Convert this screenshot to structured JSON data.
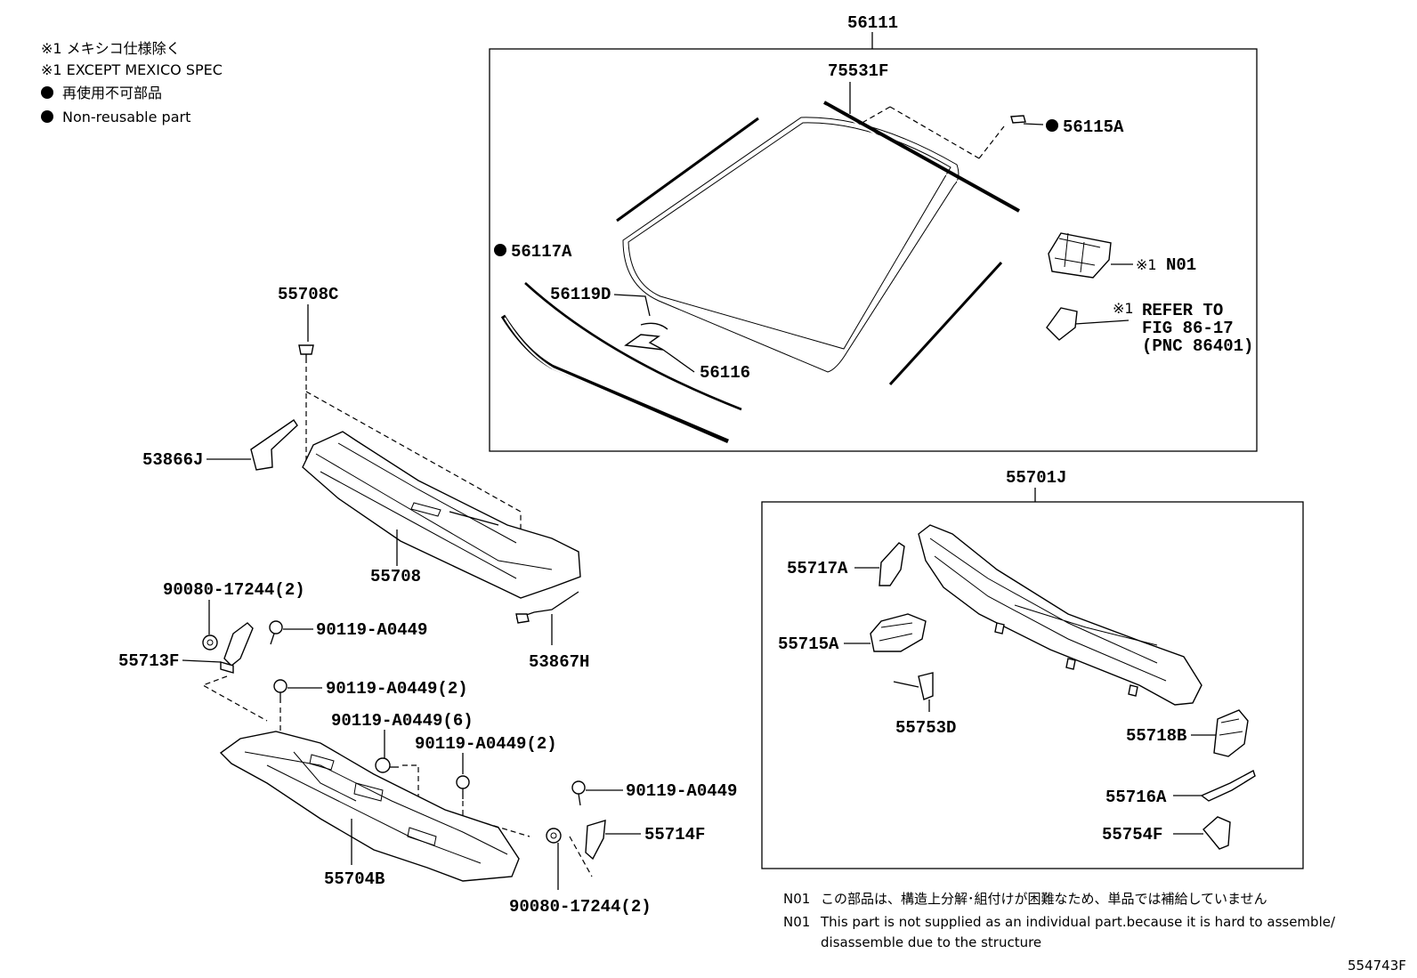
{
  "legend": {
    "except_mexico_jp": "※1 メキシコ仕様除く",
    "except_mexico_en": "※1 EXCEPT MEXICO SPEC",
    "non_reusable_jp": "再使用不可部品",
    "non_reusable_en": "Non-reusable part"
  },
  "labels": {
    "p56111": "56111",
    "p75531F": "75531F",
    "p56115A": "56115A",
    "p56117A": "56117A",
    "p56119D": "56119D",
    "p56116": "56116",
    "n01_mark": "※1",
    "n01": "N01",
    "refer_mark": "※1",
    "refer_to": "REFER TO",
    "fig": "FIG 86-17",
    "pnc": "(PNC 86401)",
    "p55708C": "55708C",
    "p53866J": "53866J",
    "p55708": "55708",
    "p53867H": "53867H",
    "p90080_top": "90080-17244(2)",
    "p90119_a": "90119-A0449",
    "p55713F": "55713F",
    "p90119_b": "90119-A0449(2)",
    "p90119_c": "90119-A0449(6)",
    "p90119_d": "90119-A0449(2)",
    "p90119_e": "90119-A0449",
    "p55714F": "55714F",
    "p55704B": "55704B",
    "p90080_bot": "90080-17244(2)",
    "p55701J": "55701J",
    "p55717A": "55717A",
    "p55715A": "55715A",
    "p55753D": "55753D",
    "p55718B": "55718B",
    "p55716A": "55716A",
    "p55754F": "55754F"
  },
  "notes": {
    "n01_code1": "N01",
    "n01_jp": "この部品は、構造上分解･組付けが困難なため、単品では補給していません",
    "n01_code2": "N01",
    "n01_en_line1": "This part is not supplied as an individual part.because it is hard to assemble/",
    "n01_en_line2": "disassemble due to the structure"
  },
  "figure_id": "554743F"
}
